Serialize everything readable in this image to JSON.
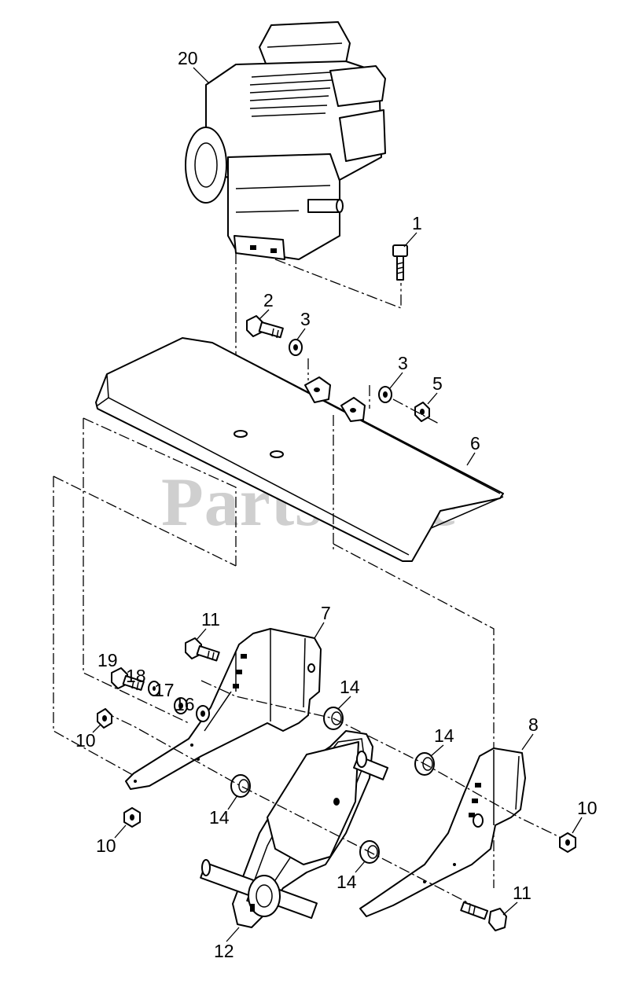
{
  "watermark": "PartsTree",
  "callouts": {
    "engine": "20",
    "bolt_top": "1",
    "bolt_shield": "2",
    "washer_left": "3",
    "washer_right": "3",
    "nut_shield": "5",
    "shield": "6",
    "bracket_left": "7",
    "bracket_right": "8",
    "nut_left_upper": "10",
    "nut_left_lower": "10",
    "nut_right": "10",
    "bolt_left": "11",
    "bolt_right": "11",
    "chaincase": "12",
    "spacer_upper": "14",
    "spacer_mid": "14",
    "spacer_left": "14",
    "spacer_lower": "14",
    "washer_16": "16",
    "washer_17": "17",
    "washer_18": "18",
    "bolt_19": "19"
  }
}
